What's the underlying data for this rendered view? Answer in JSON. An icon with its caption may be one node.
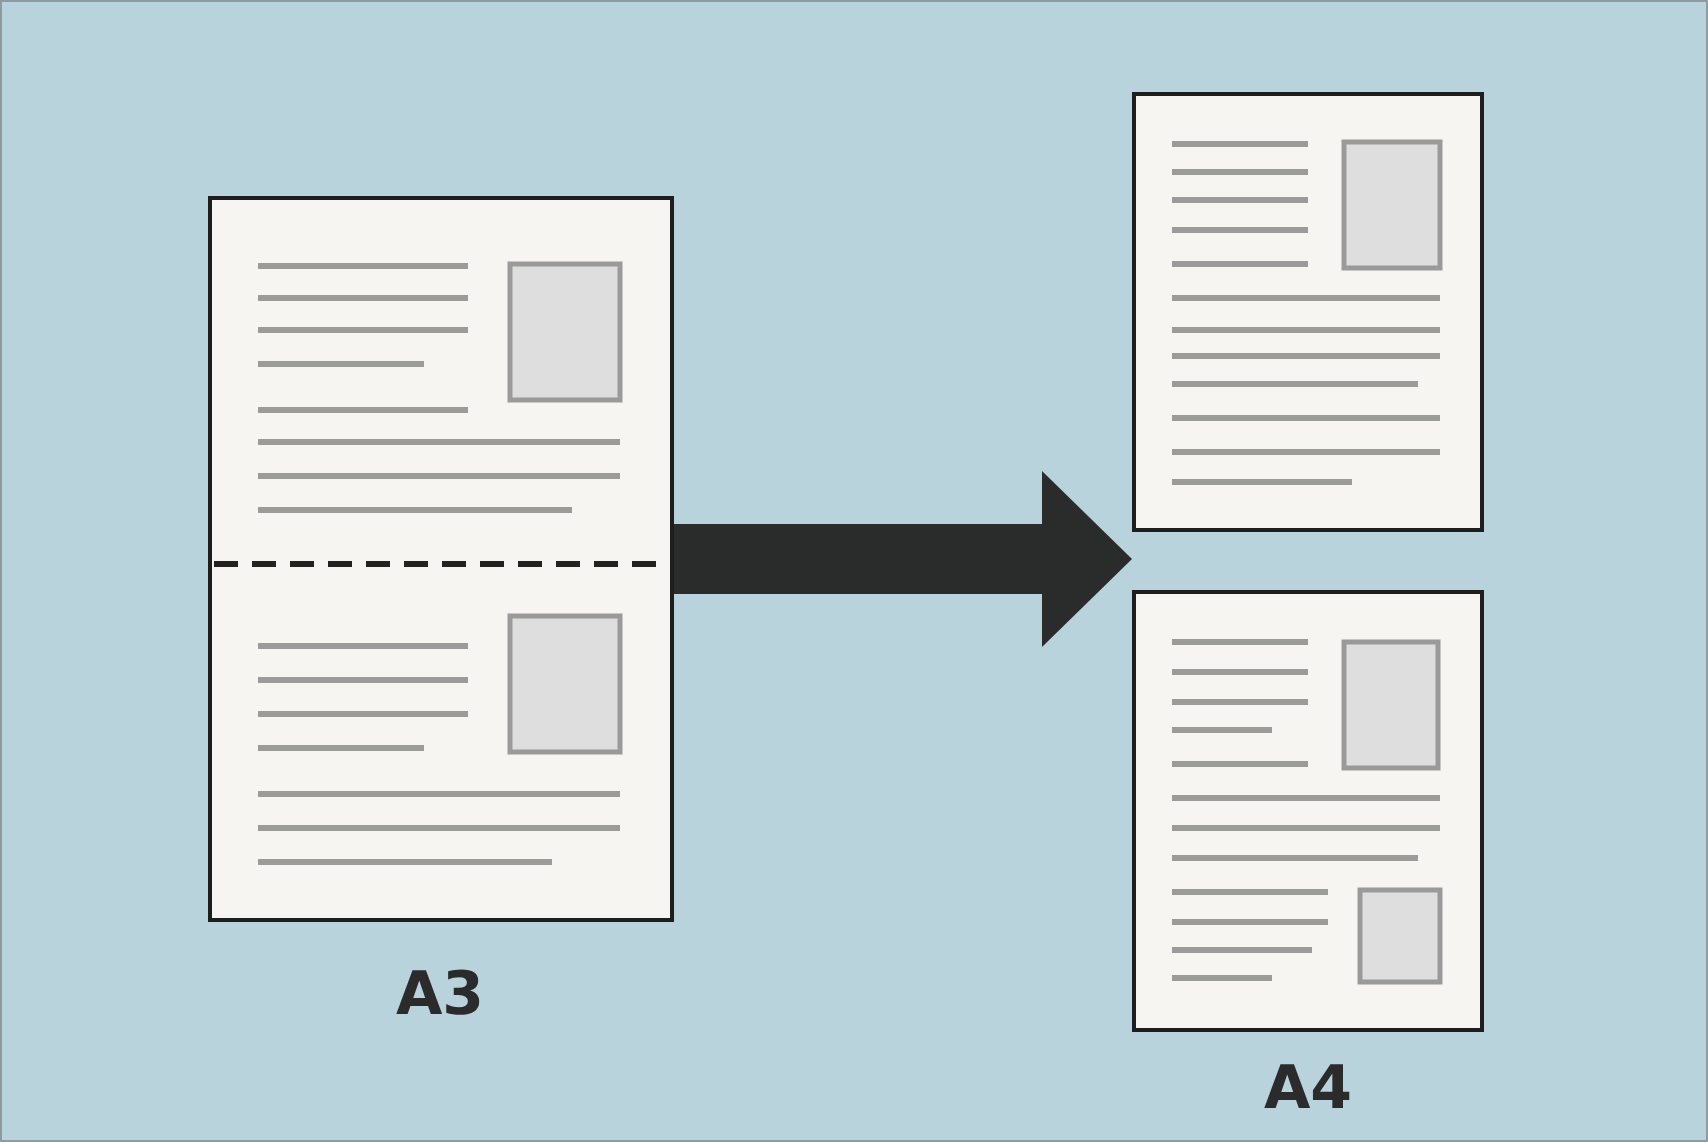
{
  "diagram": {
    "nodes": [
      {
        "text": [
          "A3"
        ]
      },
      {
        "text": [],
        "shape": "box"
      },
      {
        "text": [
          "A4"
        ]
      }
    ],
    "edges": [
      {
        "from": 0,
        "to": 1,
        "arrow": "to"
      }
    ]
  }
}
